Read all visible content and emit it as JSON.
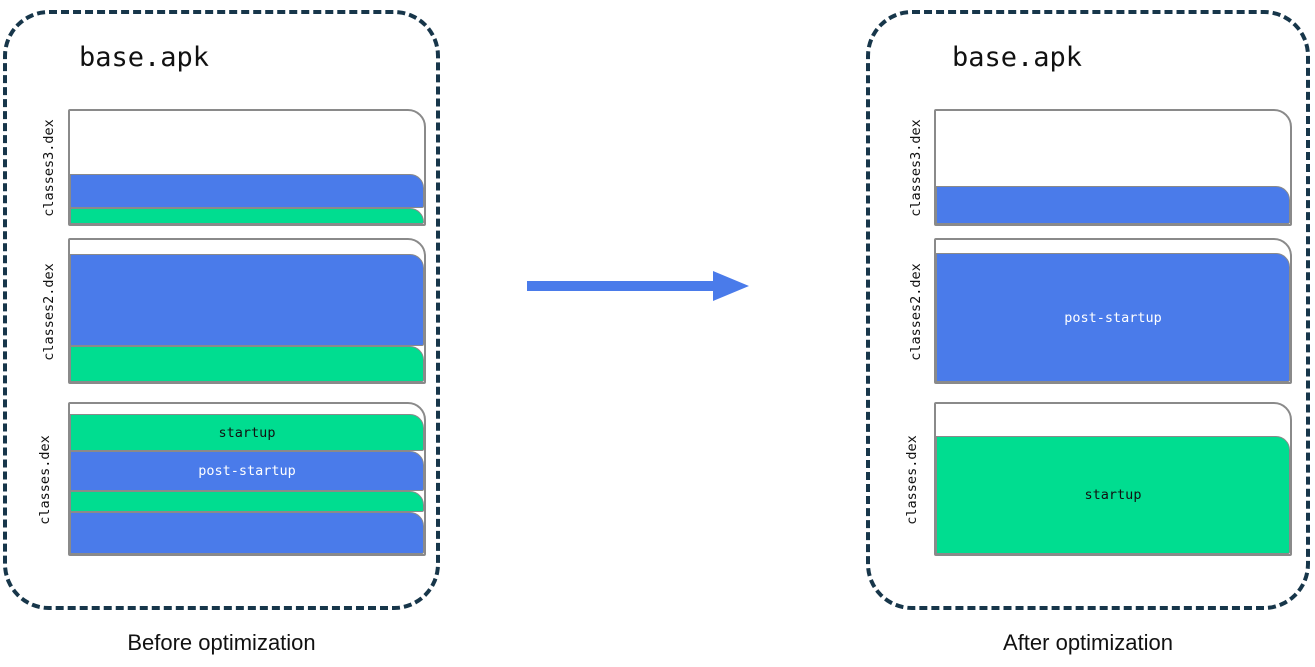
{
  "diagram": {
    "arrow": {
      "name": "optimization-arrow",
      "color": "#4a7bea",
      "direction": "right"
    },
    "colors": {
      "startup": "#00dd90",
      "post_startup": "#4a7bea",
      "container_border": "#17364a",
      "block_border": "#8a8a8a",
      "background": "#ffffff"
    },
    "panels": [
      {
        "id": "before",
        "caption": "Before optimization",
        "title": "base.apk",
        "dex_files": [
          {
            "label": "classes3.dex",
            "segments": [
              {
                "type": "startup",
                "label": "",
                "height_pct": 13
              },
              {
                "type": "post-startup",
                "label": "",
                "height_pct": 29
              }
            ]
          },
          {
            "label": "classes2.dex",
            "segments": [
              {
                "type": "startup",
                "label": "",
                "height_pct": 25
              },
              {
                "type": "post-startup",
                "label": "",
                "height_pct": 63
              }
            ]
          },
          {
            "label": "classes.dex",
            "segments": [
              {
                "type": "post-startup",
                "label": "",
                "height_pct": 27
              },
              {
                "type": "startup",
                "label": "",
                "height_pct": 14
              },
              {
                "type": "post-startup",
                "label": "post-startup",
                "height_pct": 26
              },
              {
                "type": "startup",
                "label": "startup",
                "height_pct": 24
              }
            ]
          }
        ]
      },
      {
        "id": "after",
        "caption": "After optimization",
        "title": "base.apk",
        "dex_files": [
          {
            "label": "classes3.dex",
            "segments": [
              {
                "type": "post-startup",
                "label": "",
                "height_pct": 32
              }
            ]
          },
          {
            "label": "classes2.dex",
            "segments": [
              {
                "type": "post-startup",
                "label": "post-startup",
                "height_pct": 88
              }
            ]
          },
          {
            "label": "classes.dex",
            "segments": [
              {
                "type": "startup",
                "label": "startup",
                "height_pct": 77
              }
            ]
          }
        ]
      }
    ]
  }
}
